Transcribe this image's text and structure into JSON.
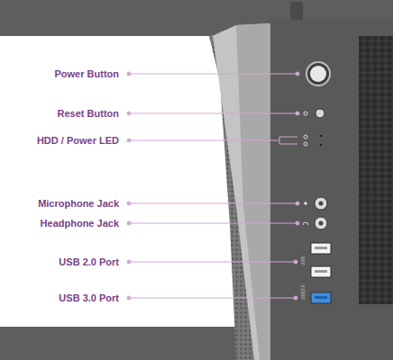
{
  "diagram": {
    "labels": [
      "Power Button",
      "Reset Button",
      "HDD / Power LED",
      "Microphone Jack",
      "Headphone Jack",
      "USB 2.0 Port",
      "USB 3.0 Port",
      "USB",
      "USB3.0"
    ]
  }
}
